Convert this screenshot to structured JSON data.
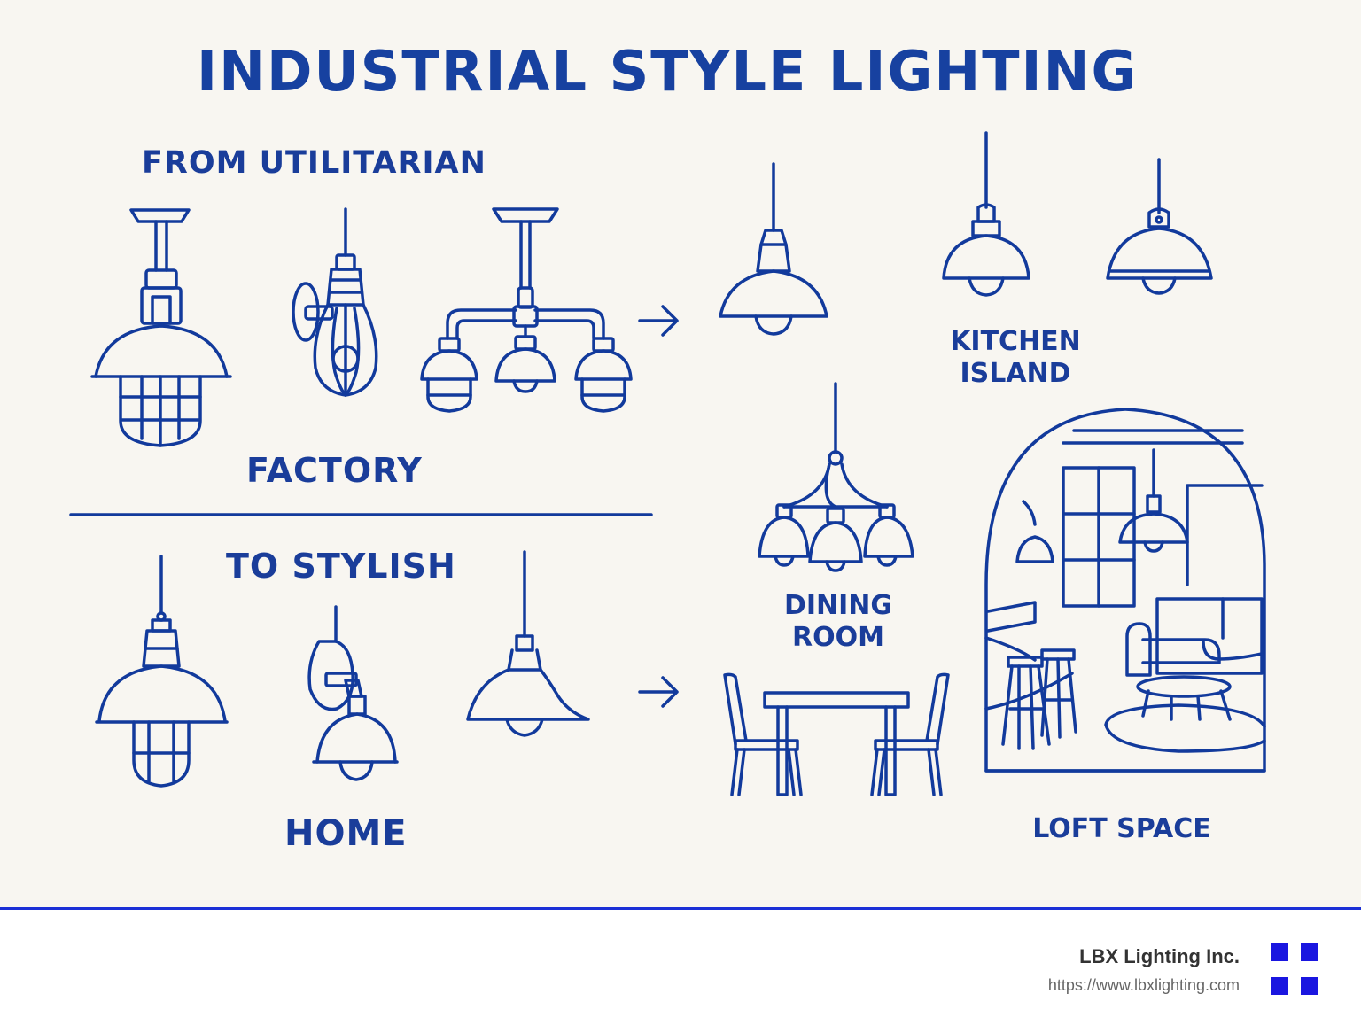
{
  "title": "INDUSTRIAL STYLE LIGHTING",
  "sections": {
    "from_label": "FROM UTILITARIAN",
    "factory_label": "FACTORY",
    "to_label": "TO STYLISH",
    "home_label": "HOME"
  },
  "rooms": {
    "kitchen": [
      "KITCHEN",
      "ISLAND"
    ],
    "dining": [
      "DINING",
      "ROOM"
    ],
    "loft": "LOFT SPACE"
  },
  "footer": {
    "company": "LBX Lighting Inc.",
    "url": "https://www.lbxlighting.com"
  },
  "icons": [
    "caged-pendant-icon",
    "edison-sconce-icon",
    "three-arm-fixture-icon",
    "arrow-right-icon",
    "dome-pendant-icon",
    "chandelier-icon",
    "dining-table-icon",
    "loft-room-icon",
    "barn-sconce-icon",
    "flared-pendant-icon",
    "logo-squares-icon"
  ],
  "colors": {
    "line": "#123a9c",
    "background": "#f8f6f1",
    "accent": "#1a16e0"
  }
}
